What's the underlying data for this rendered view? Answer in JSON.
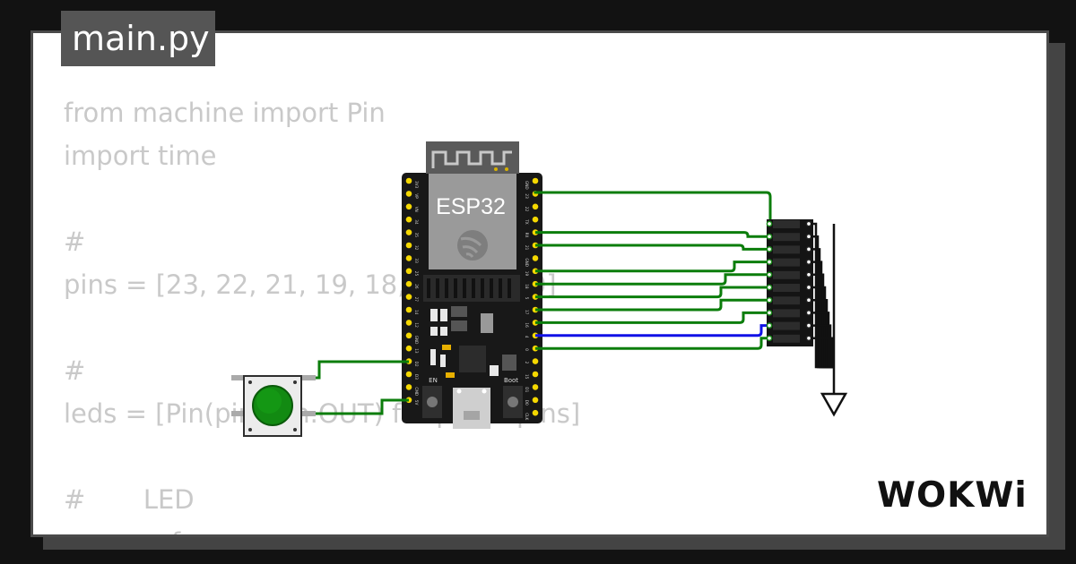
{
  "file_tab": {
    "name": "main.py"
  },
  "code_lines": [
    "from machine import Pin",
    "import time",
    "",
    "#",
    "pins = [23, 22, 21, 19, 18,             , 0]",
    "",
    "#",
    "leds = [Pin(pin, Pin.OUT) for pin in pins]",
    "",
    "#       LED",
    "             f"
  ],
  "board": {
    "label": "ESP32",
    "en_label": "EN",
    "boot_label": "Boot",
    "left_pins": [
      "3V3",
      "VP",
      "VN",
      "34",
      "35",
      "32",
      "33",
      "25",
      "26",
      "27",
      "14",
      "12",
      "GND",
      "13",
      "D2",
      "D3",
      "CMD",
      "5V"
    ],
    "right_pins": [
      "GND",
      "23",
      "22",
      "TX",
      "RX",
      "21",
      "GND",
      "19",
      "18",
      "5",
      "17",
      "16",
      "4",
      "0",
      "2",
      "15",
      "D1",
      "D0",
      "CLK"
    ]
  },
  "brand": {
    "logo": "WOKWi"
  },
  "colors": {
    "wire_green": "#0b7d0b",
    "wire_blue": "#1010e6",
    "board": "#181818",
    "header_pin": "#f5d800"
  }
}
